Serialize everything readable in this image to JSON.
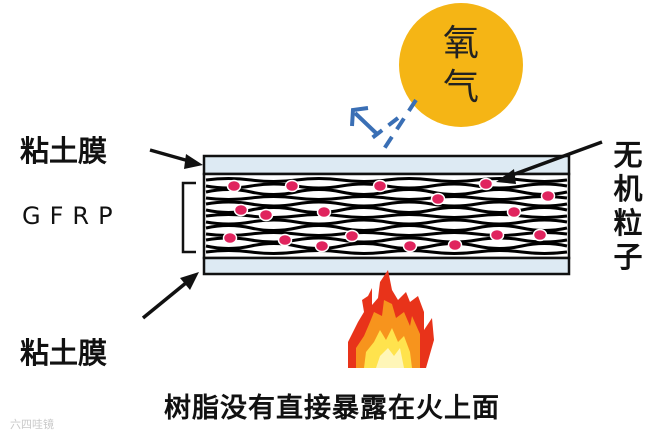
{
  "oxygen": {
    "label_line1": "氧",
    "label_line2": "气",
    "color": "#F5B515"
  },
  "labels": {
    "clay_film_top": "粘土膜",
    "gfrp": "GFRP",
    "clay_film_bottom": "粘土膜",
    "particles": [
      "无",
      "机",
      "粒",
      "子"
    ]
  },
  "caption": "树脂没有直接暴露在火上面",
  "watermark": "六四哇镜",
  "colors": {
    "film": "#DDEAF3",
    "particle": "#E0245E",
    "fiber": "#000000",
    "arrow_blue": "#3A6FB5",
    "flame_red": "#E8331A",
    "flame_orange": "#F7941D",
    "flame_yellow": "#FFE34D"
  }
}
